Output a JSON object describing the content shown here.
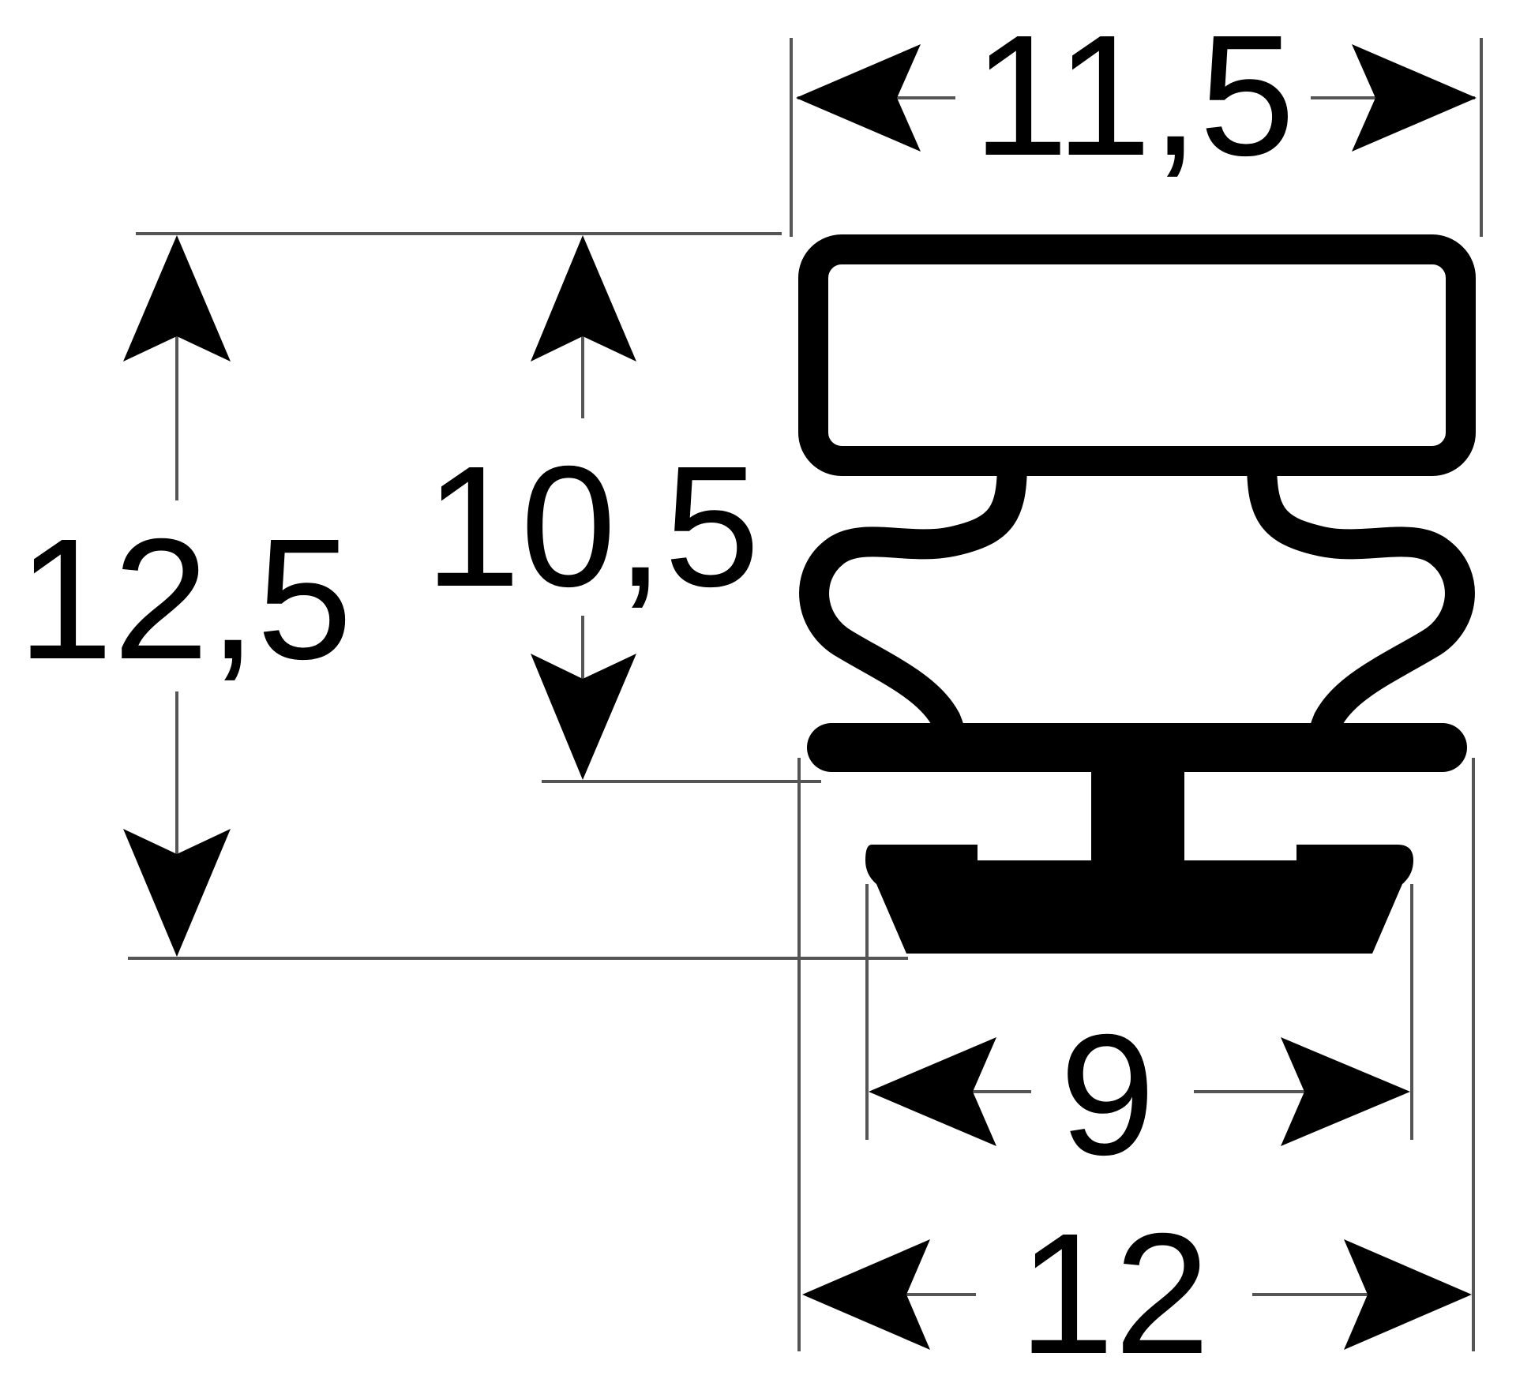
{
  "drawing": {
    "dimensions": {
      "top_width": "11,5",
      "total_height": "12,5",
      "inner_height": "10,5",
      "base_width": "9",
      "bottom_width": "12"
    },
    "colors": {
      "ink": "#000000",
      "dimension_line": "#555555",
      "background": "#ffffff"
    }
  }
}
